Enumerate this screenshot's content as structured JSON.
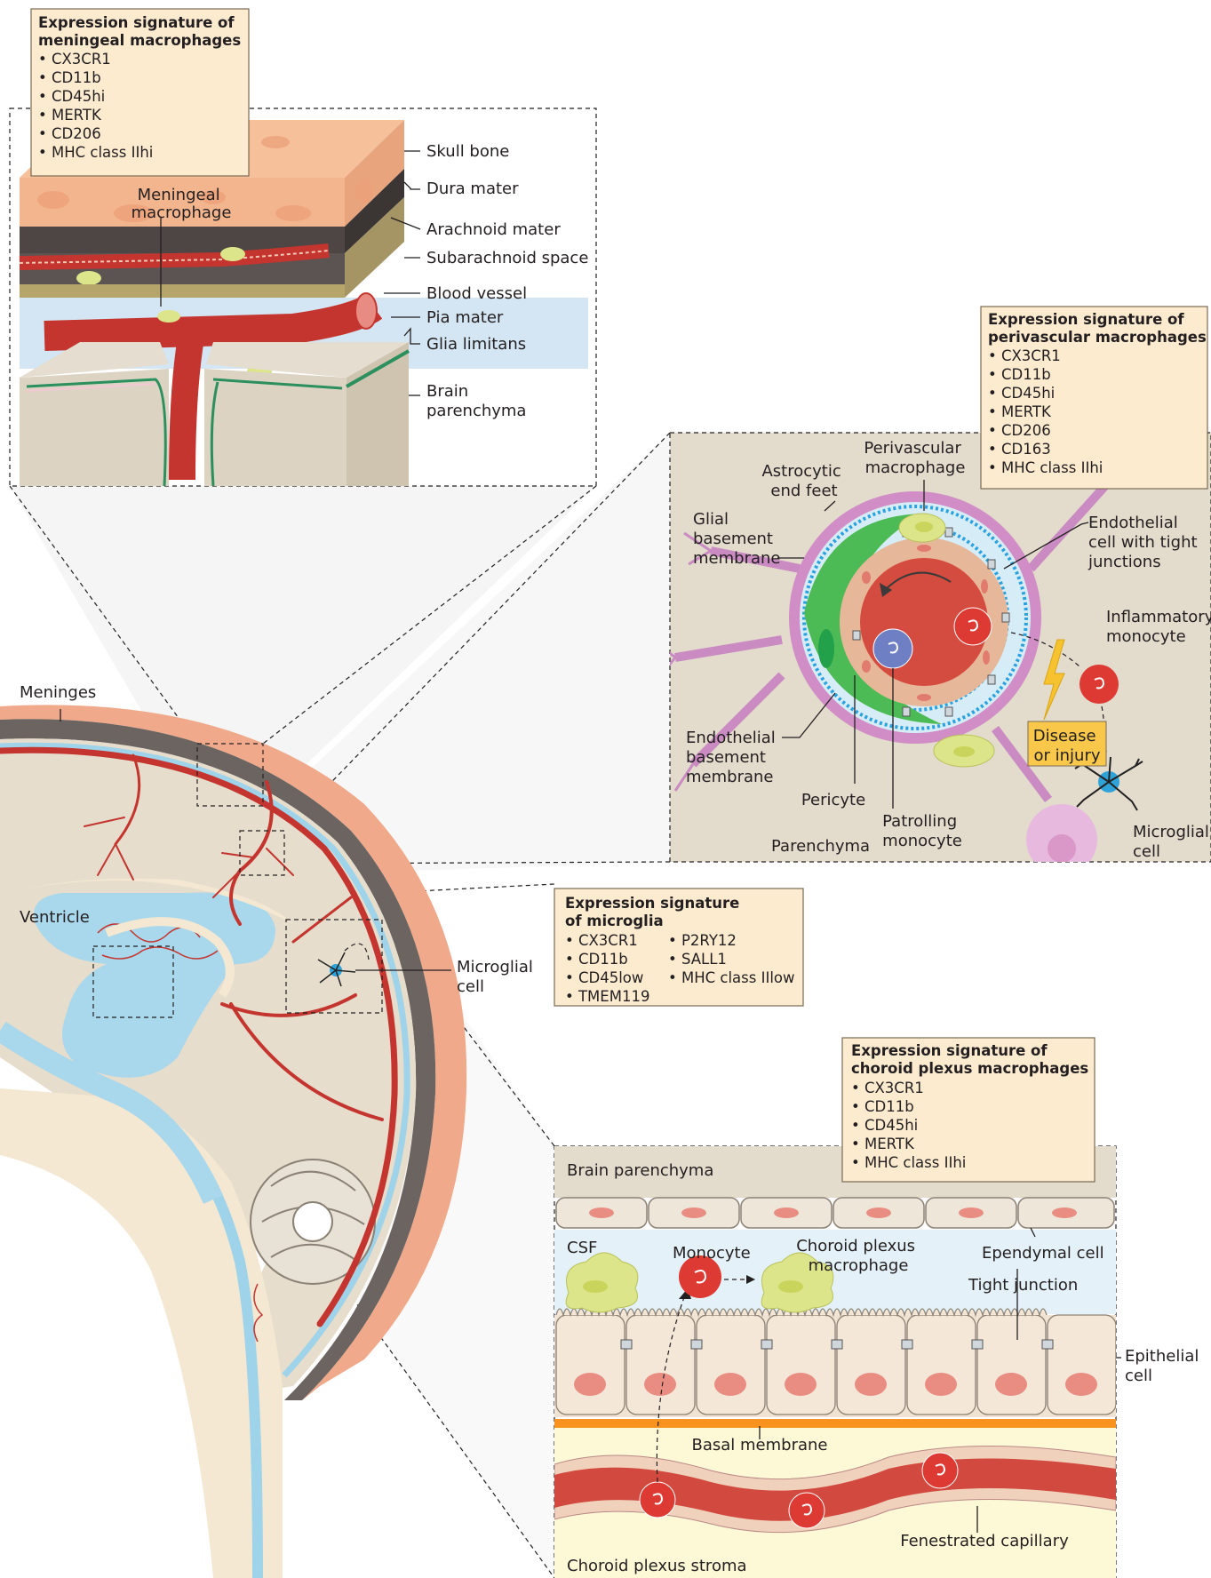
{
  "colors": {
    "vessel": "#d2493f",
    "csf": "#bfe0ef",
    "tissue": "#e3dbcc",
    "signature_box": "#fdebd0",
    "macrophage": "#dde58a",
    "microglia": "#2fa3d8",
    "endothelium": "#eab69a",
    "bbb_dots": "#2aa2e0",
    "astrocyte": "#c98bc2",
    "pericyte": "#3db54a",
    "disease_box": "#f9c84a"
  },
  "signatures": {
    "meningeal": {
      "title": [
        "Expression signature of",
        "meningeal macrophages"
      ],
      "items": [
        "• CX3CR1",
        "• CD11b",
        "• CD45hi",
        "• MERTK",
        "• CD206",
        "• MHC class IIhi"
      ]
    },
    "perivascular": {
      "title": [
        "Expression signature of",
        "perivascular macrophages"
      ],
      "items": [
        "• CX3CR1",
        "• CD11b",
        "• CD45hi",
        "• MERTK",
        "• CD206",
        "• CD163",
        "• MHC class IIhi"
      ]
    },
    "microglia": {
      "title": [
        "Expression signature",
        "of microglia"
      ],
      "col1": [
        "• CX3CR1",
        "• CD11b",
        "• CD45low",
        "• TMEM119"
      ],
      "col2": [
        "• P2RY12",
        "• SALL1",
        "• MHC class IIlow"
      ]
    },
    "choroid": {
      "title": [
        "Expression signature of",
        "choroid plexus macrophages"
      ],
      "items": [
        "• CX3CR1",
        "• CD11b",
        "• CD45hi",
        "• MERTK",
        "• MHC class IIhi"
      ]
    }
  },
  "meninges_panel": {
    "meningeal_macrophage": [
      "Meningeal",
      "macrophage"
    ],
    "skull_bone": "Skull bone",
    "dura_mater": "Dura mater",
    "arachnoid_mater": "Arachnoid mater",
    "subarachnoid_space": "Subarachnoid space",
    "blood_vessel": "Blood vessel",
    "pia_mater": "Pia mater",
    "glia_limitans": "Glia limitans",
    "brain_parenchyma": [
      "Brain",
      "parenchyma"
    ]
  },
  "perivascular_panel": {
    "astrocytic_end_feet": [
      "Astrocytic",
      "end feet"
    ],
    "perivascular_macrophage": [
      "Perivascular",
      "macrophage"
    ],
    "glial_basement_membrane": [
      "Glial",
      "basement",
      "membrane"
    ],
    "endothelial_cell": [
      "Endothelial",
      "cell with tight",
      "junctions"
    ],
    "inflammatory_monocyte": [
      "Inflammatory",
      "monocyte"
    ],
    "endothelial_basement_membrane": [
      "Endothelial",
      "basement",
      "membrane"
    ],
    "disease_or_injury": [
      "Disease",
      "or injury"
    ],
    "pericyte": "Pericyte",
    "patrolling_monocyte": [
      "Patrolling",
      "monocyte"
    ],
    "microglial_cell": [
      "Microglial",
      "cell"
    ],
    "parenchyma": "Parenchyma"
  },
  "brain": {
    "meninges": "Meninges",
    "ventricle": "Ventricle",
    "microglial_cell": [
      "Microglial",
      "cell"
    ]
  },
  "choroid_panel": {
    "brain_parenchyma": "Brain parenchyma",
    "csf": "CSF",
    "monocyte": "Monocyte",
    "choroid_plexus_macrophage": [
      "Choroid plexus",
      "macrophage"
    ],
    "ependymal_cell": "Ependymal cell",
    "tight_junction": "Tight junction",
    "epithelial_cell": [
      "Epithelial",
      "cell"
    ],
    "basal_membrane": "Basal membrane",
    "fenestrated_capillary": "Fenestrated capillary",
    "choroid_plexus_stroma": "Choroid plexus stroma"
  }
}
